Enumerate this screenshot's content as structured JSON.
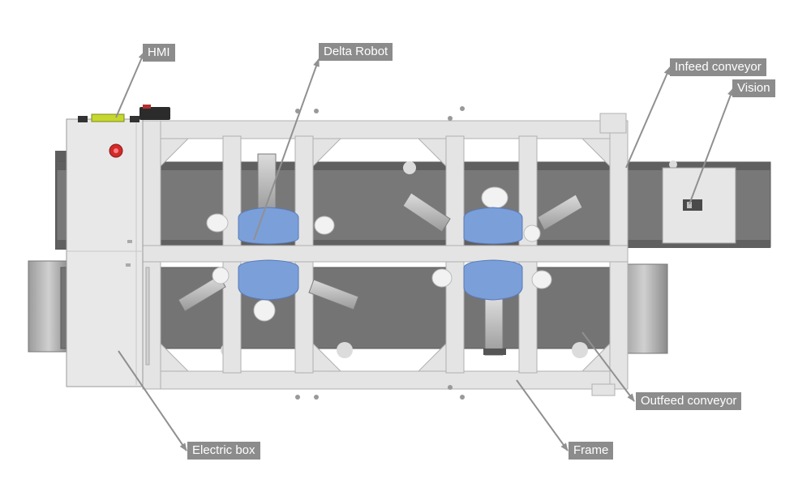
{
  "labels": {
    "hmi": "HMI",
    "delta_robot": "Delta Robot",
    "infeed_conveyor": "Infeed conveyor",
    "vision": "Vision",
    "outfeed_conveyor": "Outfeed conveyor",
    "electric_box": "Electric box",
    "frame": "Frame"
  },
  "colors": {
    "label_background": "#8c8c8c",
    "label_text": "#ffffff",
    "leader_line": "#909090",
    "frame": "#e4e4e4",
    "conveyor_belt": "#737373",
    "robot_disc": "#7b9fd9",
    "hmi_panel": "#c6d82d"
  }
}
